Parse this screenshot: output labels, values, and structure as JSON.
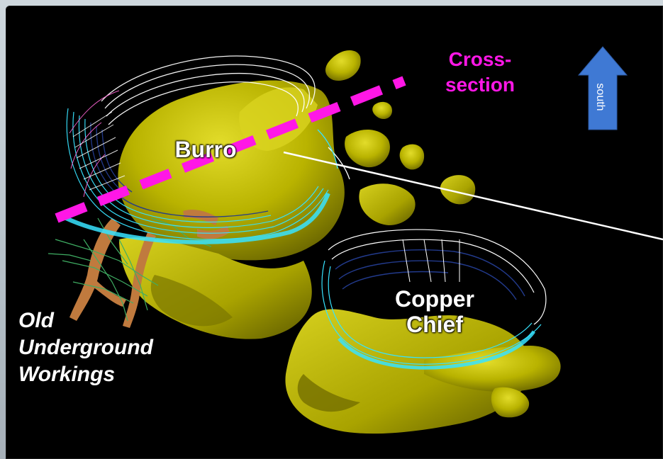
{
  "labels": {
    "pit_burro": "Burro",
    "pit_copper_chief_line1": "Copper",
    "pit_copper_chief_line2": "Chief",
    "cross_section_line1": "Cross-",
    "cross_section_line2": "section",
    "old_workings_line1": "Old",
    "old_workings_line2": "Underground",
    "old_workings_line3": "Workings",
    "compass": "south"
  },
  "colors": {
    "ore_body": "#b9b300",
    "ore_highlight": "#e2dc2a",
    "ore_shadow": "#6e6a00",
    "pit_contour_white": "#ffffff",
    "pit_contour_cyan": "#37e3ff",
    "pit_contour_navy": "#223a8c",
    "pit_contour_pink": "#ff66d6",
    "cross_section_line": "#ff17e6",
    "underground_workings": "#c07a3e",
    "underground_tunnels": "#3fae63",
    "compass_arrow": "#3f79d4",
    "background": "#000000"
  },
  "icons": {
    "compass": "up-arrow-icon"
  }
}
